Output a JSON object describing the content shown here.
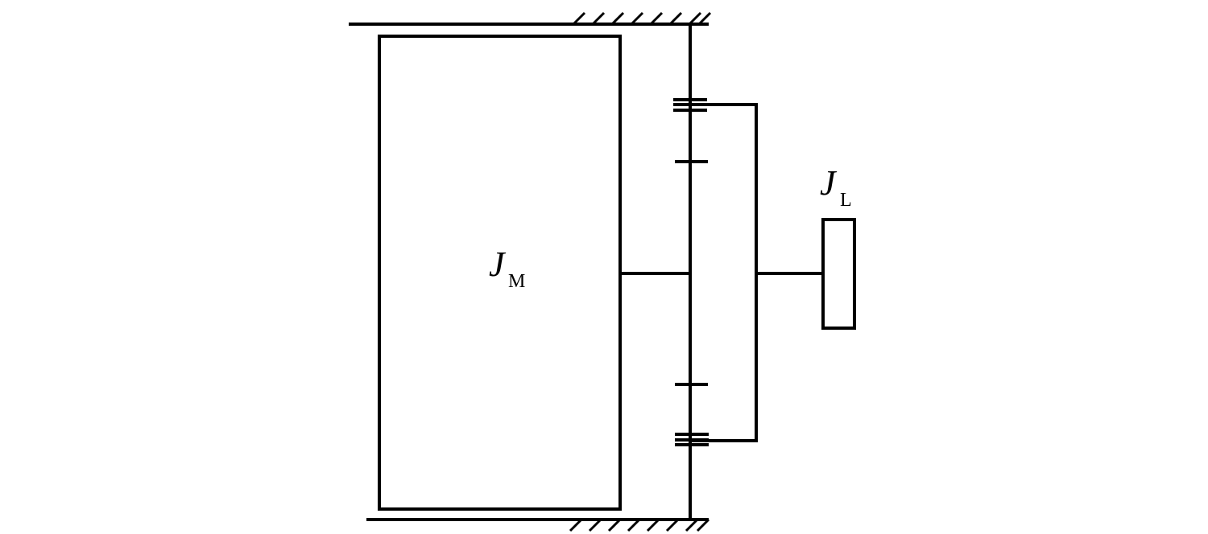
{
  "labels": {
    "motor_inertia": {
      "symbol": "J",
      "subscript": "M"
    },
    "load_inertia": {
      "symbol": "J",
      "subscript": "L"
    }
  }
}
